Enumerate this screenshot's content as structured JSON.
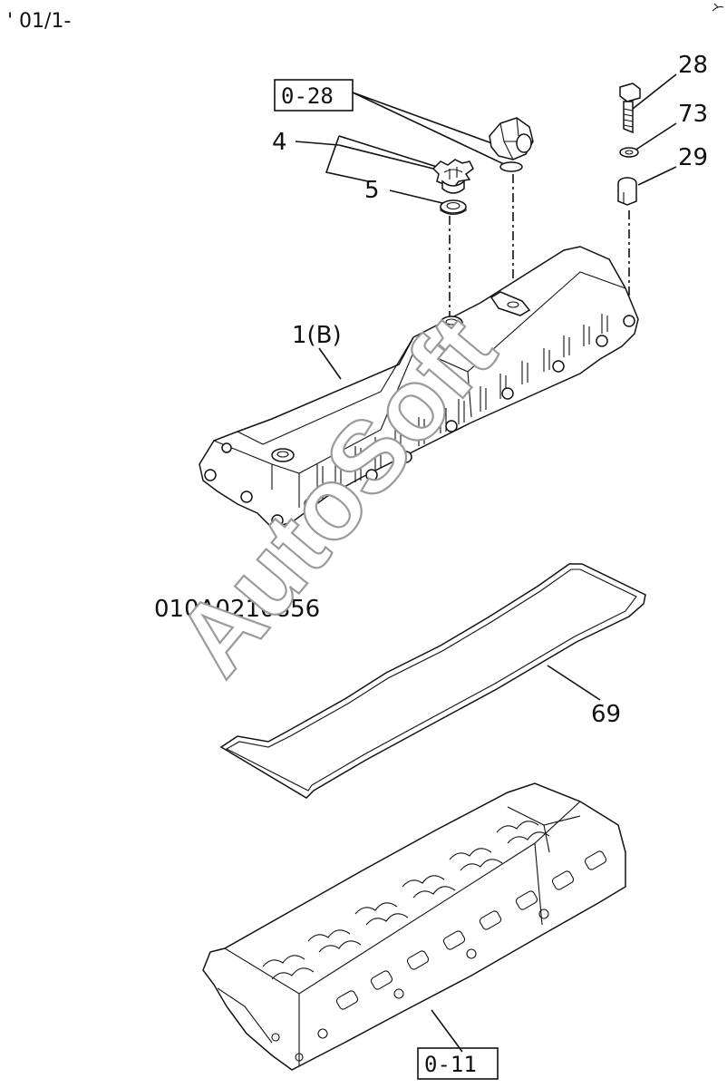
{
  "header": {
    "code": "' 01/1-"
  },
  "diagram_code": "010A0210856",
  "watermark": "AutoSoft",
  "references": {
    "ref_top": "0-28",
    "ref_bottom": "0-11"
  },
  "callouts": {
    "c28": "28",
    "c73": "73",
    "c29": "29",
    "c4": "4",
    "c5": "5",
    "c1b": "1(B)",
    "c69": "69"
  }
}
